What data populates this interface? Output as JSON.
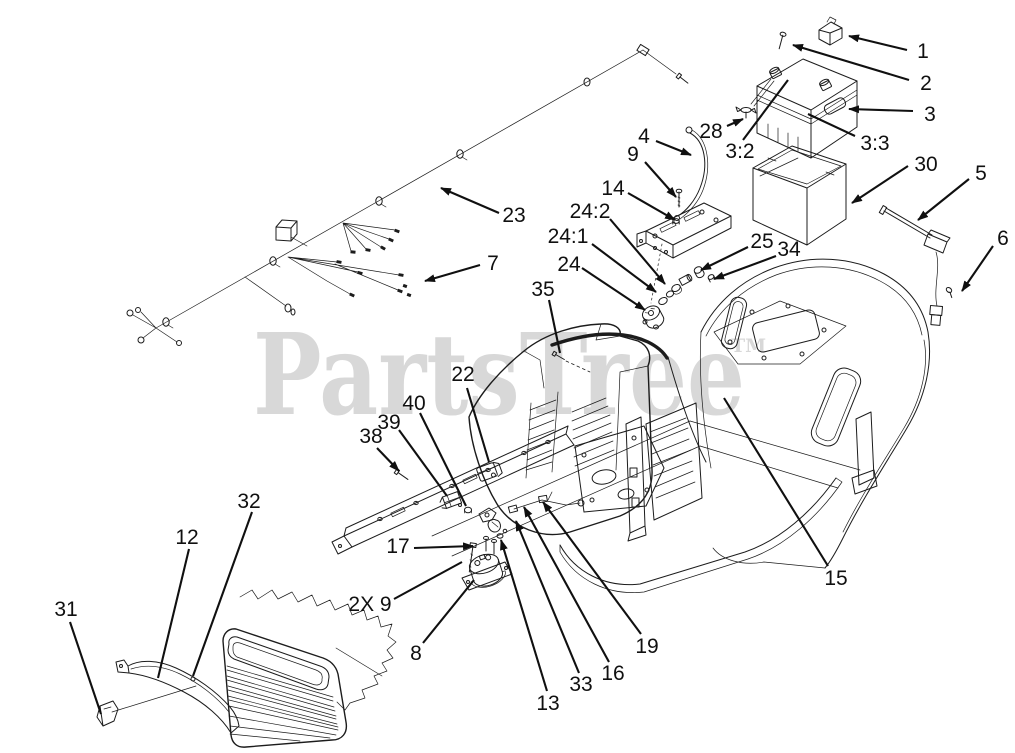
{
  "watermark": {
    "text": "PartsTree",
    "tm": "TM",
    "color": "#d8d8d8"
  },
  "callouts": {
    "n1": {
      "label": "1"
    },
    "n2": {
      "label": "2"
    },
    "n3": {
      "label": "3"
    },
    "n3_3": {
      "label": "3:3"
    },
    "n3_2": {
      "label": "3:2"
    },
    "n28": {
      "label": "28"
    },
    "n30": {
      "label": "30"
    },
    "n5": {
      "label": "5"
    },
    "n6": {
      "label": "6"
    },
    "n4": {
      "label": "4"
    },
    "n9": {
      "label": "9"
    },
    "n14": {
      "label": "14"
    },
    "n24_2": {
      "label": "24:2"
    },
    "n24_1": {
      "label": "24:1"
    },
    "n24": {
      "label": "24"
    },
    "n25": {
      "label": "25"
    },
    "n34": {
      "label": "34"
    },
    "n23": {
      "label": "23"
    },
    "n7": {
      "label": "7"
    },
    "n35": {
      "label": "35"
    },
    "n22": {
      "label": "22"
    },
    "n40": {
      "label": "40"
    },
    "n39": {
      "label": "39"
    },
    "n38": {
      "label": "38"
    },
    "n32": {
      "label": "32"
    },
    "n12": {
      "label": "12"
    },
    "n31": {
      "label": "31"
    },
    "n17": {
      "label": "17"
    },
    "n2x9": {
      "label": "2X 9"
    },
    "n8": {
      "label": "8"
    },
    "n13": {
      "label": "13"
    },
    "n33": {
      "label": "33"
    },
    "n16": {
      "label": "16"
    },
    "n19": {
      "label": "19"
    },
    "n15": {
      "label": "15"
    }
  }
}
